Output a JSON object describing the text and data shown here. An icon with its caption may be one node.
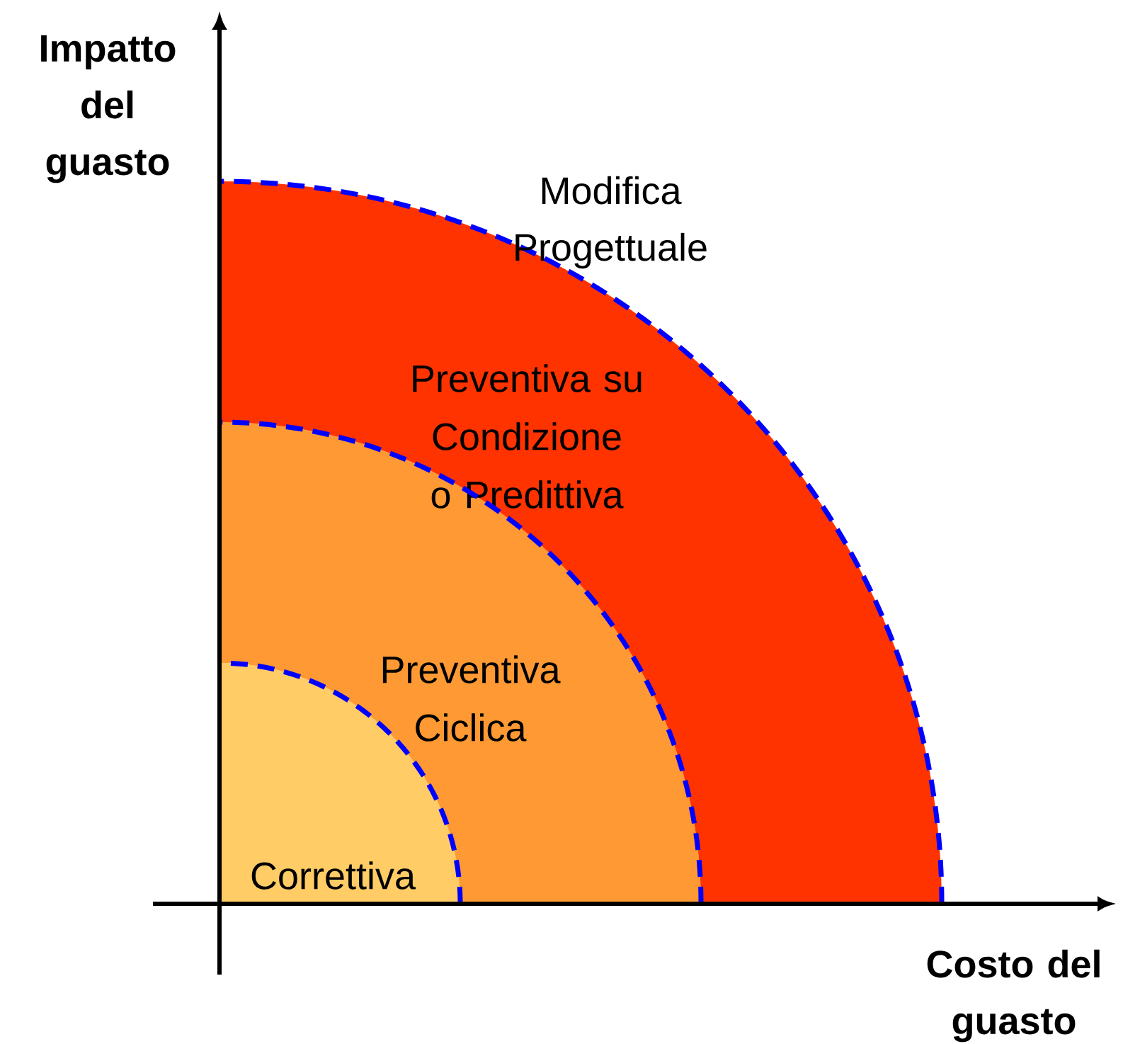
{
  "diagram": {
    "nodes": [
      {
        "text": [
          "Correttiva"
        ]
      },
      {
        "text": [
          "Preventiva Ciclica"
        ]
      },
      {
        "text": [
          "Preventiva su Condizione o Predittiva"
        ]
      }
    ],
    "labels": [
      "Impatto del guasto",
      "Modifica Progettuale",
      "Costo del guasto"
    ]
  }
}
